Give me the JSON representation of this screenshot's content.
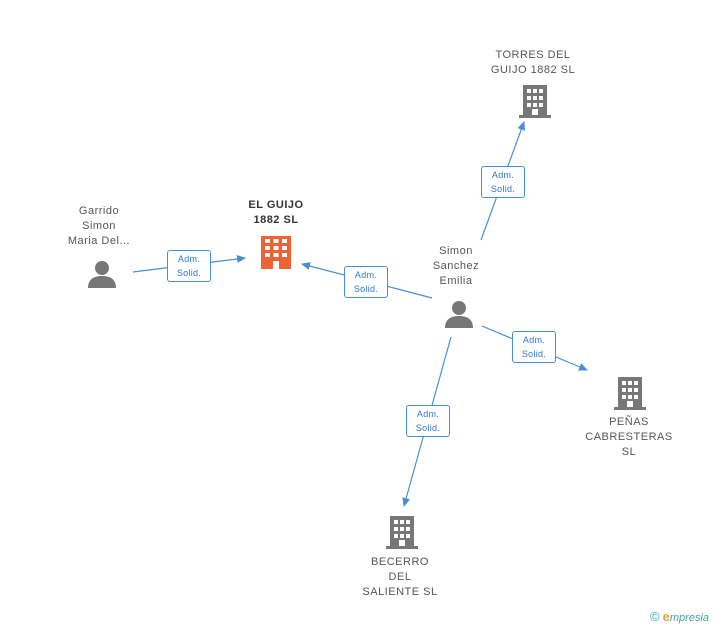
{
  "nodes": {
    "el_guijo": [
      "EL GUIJO",
      "1882  SL"
    ],
    "garrido": [
      "Garrido",
      "Simon",
      "Maria Del..."
    ],
    "simon": [
      "Simon",
      "Sanchez",
      "Emilia"
    ],
    "torres": [
      "TORRES DEL",
      "GUIJO 1882  SL"
    ],
    "penas": [
      "PEÑAS",
      "CABRESTERAS",
      "SL"
    ],
    "becerro": [
      "BECERRO",
      "DEL",
      "SALIENTE  SL"
    ]
  },
  "edges": {
    "garrido_elguijo": [
      "Adm.",
      "Solid."
    ],
    "simon_elguijo": [
      "Adm.",
      "Solid."
    ],
    "simon_torres": [
      "Adm.",
      "Solid."
    ],
    "simon_penas": [
      "Adm.",
      "Solid."
    ],
    "simon_becerro": [
      "Adm.",
      "Solid."
    ]
  },
  "footer": {
    "copyright": "©",
    "brand_initial": "e",
    "brand_rest": "mpresia"
  },
  "colors": {
    "edge": "#4a8fd4",
    "company_main": "#ee6234",
    "company": "#777777",
    "person": "#777777"
  }
}
